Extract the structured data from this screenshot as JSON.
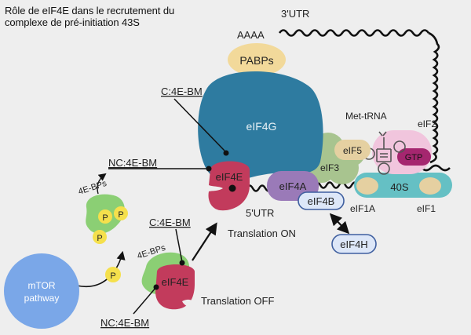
{
  "title": {
    "line1": "Rôle de eIF4E dans le recrutement du",
    "line2": "complexe de pré-initiation 43S"
  },
  "labels": {
    "utr3": "3'UTR",
    "polyA": "AAAA",
    "pabps": "PABPs",
    "c4ebm_top": "C:4E-BM",
    "eif4g": "eIF4G",
    "met_trna": "Met-tRNA",
    "eif2": "eIF2",
    "gtp": "GTP",
    "eif5": "eIF5",
    "eif3": "eIF3",
    "nc4ebm_top": "NC:4E-BM",
    "eif4e": "eIF4E",
    "eif4a": "eIF4A",
    "ribo40s": "40S",
    "bps_top": "4E-BPs",
    "p": "P",
    "utr5": "5'UTR",
    "eif4b": "eIF4B",
    "eif1a": "eIF1A",
    "eif1": "eIF1",
    "c4ebm_bottom": "C:4E-BM",
    "translation_on": "Translation ON",
    "eif4h": "eIF4H",
    "bps_bottom": "4E-BPs",
    "eif4e_bottom": "eIF4E",
    "mtor_line1": "mTOR",
    "mtor_line2": "pathway",
    "translation_off": "Translation OFF",
    "nc4ebm_bottom": "NC:4E-BM"
  },
  "colors": {
    "background": "#eeeeee",
    "eif4g": "#2e7ba0",
    "eif4e": "#c23b5c",
    "eif4a": "#9a7ab8",
    "pabps": "#f2d99a",
    "eif3": "#a8c48f",
    "eif5": "#e5d0a1",
    "eif2": "#f1c5dd",
    "gtp": "#a5266f",
    "ribo40s": "#65c0c4",
    "eif4b_h_fill": "#dde7f8",
    "eif4b_h_stroke": "#3f5f9f",
    "bps": "#8bcf74",
    "phospho": "#f5e04c",
    "mtor": "#7aa7e8",
    "mrna": "#111111"
  }
}
